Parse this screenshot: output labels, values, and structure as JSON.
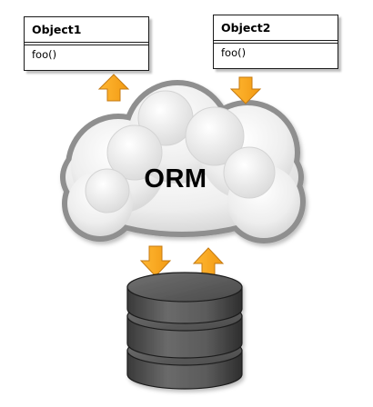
{
  "objects": [
    {
      "name": "Object1",
      "method": "foo()"
    },
    {
      "name": "Object2",
      "method": "foo()"
    }
  ],
  "orm": {
    "label": "ORM"
  },
  "icons": {
    "cloud": "cloud-icon",
    "database": "database-icon",
    "arrow": "arrow-icon"
  },
  "colors": {
    "arrow_fill": "#f5a623",
    "arrow_stroke": "#c47a12",
    "cloud_fill": "#e6e6e6",
    "cloud_outline": "#8a8a8a",
    "database_fill": "#555555"
  }
}
